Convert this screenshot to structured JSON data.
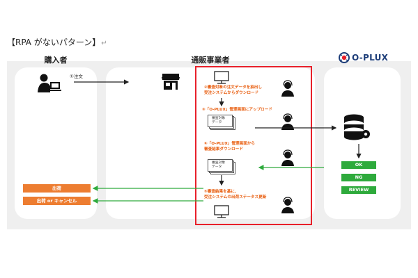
{
  "title": "【RPA がないパターン】",
  "title_return_mark": "↵",
  "columns": {
    "buyer": "購入者",
    "seller": "通販事業者",
    "oplux": "O-PLUX"
  },
  "order_label": "①注文",
  "steps": {
    "s2_line1": "②審査対象の注文データを抽出し",
    "s2_line2": "受注システムからダウンロード",
    "s3": "③「O-PLUX」管理画面にアップロード",
    "s4_line1": "④「O-PLUX」管理画面から",
    "s4_line2": "審査結果ダウンロード",
    "s5_line1": "⑤審査結果を基に、",
    "s5_line2": "受注システムの出荷ステータス更新"
  },
  "doc_upload": {
    "line1": "審査対象",
    "line2": "データ"
  },
  "doc_download": {
    "line1": "審査対象",
    "line2": "データ"
  },
  "results": {
    "ok": "OK",
    "ng": "NG",
    "review": "REVIEW"
  },
  "outcomes": {
    "ship": "出荷",
    "ship_or_cancel": "出荷 or キャンセル"
  },
  "colors": {
    "orange": "#ed7d31",
    "green": "#2eaa3c",
    "red": "#e8202a",
    "navy": "#1f3f7a",
    "panel": "#efefef"
  }
}
